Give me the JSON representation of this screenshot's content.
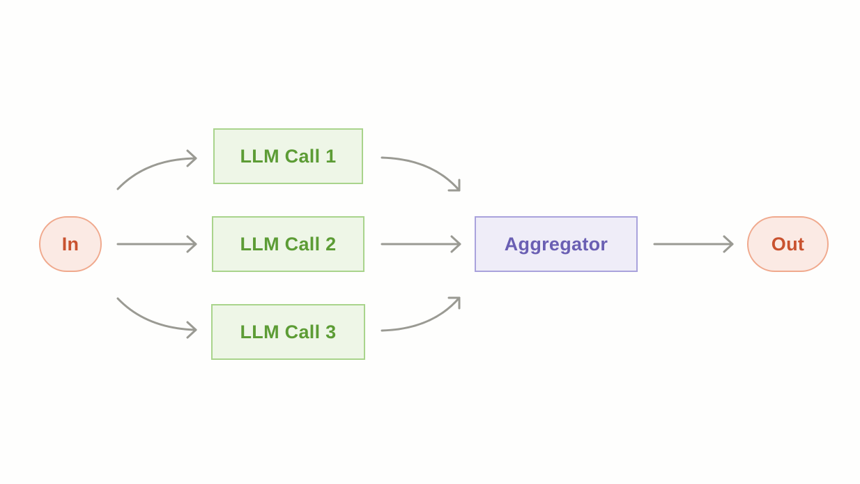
{
  "nodes": {
    "input": "In",
    "llm_call_1": "LLM Call 1",
    "llm_call_2": "LLM Call 2",
    "llm_call_3": "LLM Call 3",
    "aggregator": "Aggregator",
    "output": "Out"
  },
  "colors": {
    "background": "#fefefd",
    "terminal_fill": "#fbeae4",
    "terminal_border": "#f0a98d",
    "terminal_text": "#c9522f",
    "llm_fill": "#eef6e7",
    "llm_border": "#a9d48c",
    "llm_text": "#5c9c35",
    "aggregator_fill": "#efedf8",
    "aggregator_border": "#a9a2dc",
    "aggregator_text": "#6a5fb3",
    "arrow": "#9a9a93"
  }
}
